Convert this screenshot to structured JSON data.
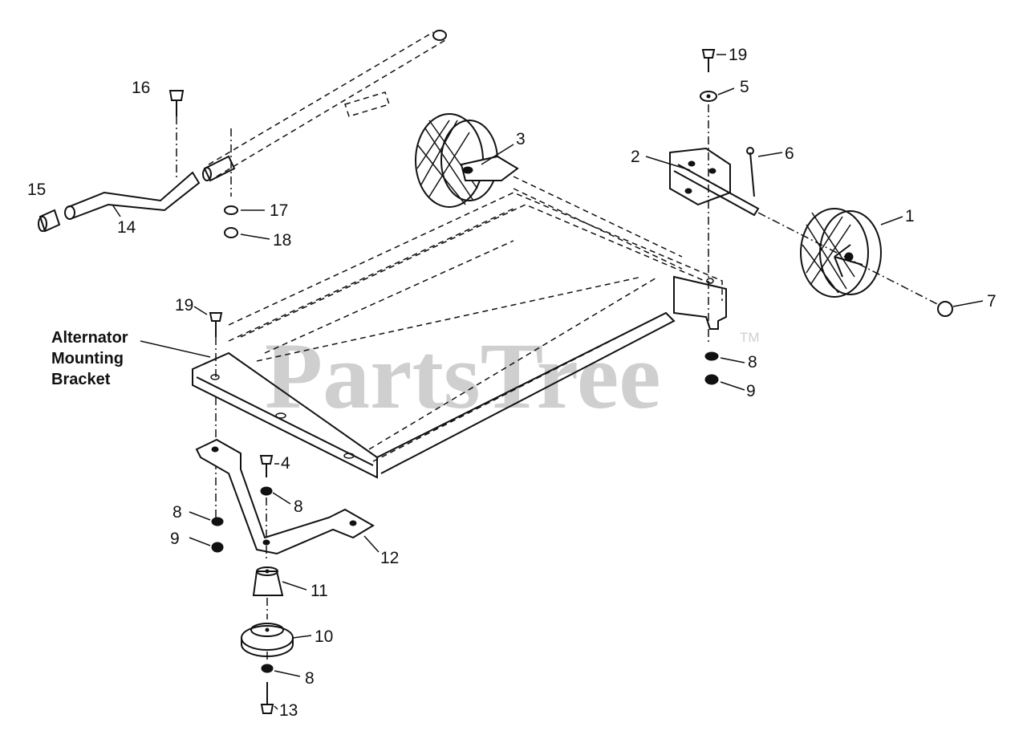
{
  "watermark": {
    "text": "PartsTree",
    "trademark": "TM"
  },
  "callouts": {
    "c1": "1",
    "c2": "2",
    "c3": "3",
    "c4": "4",
    "c5": "5",
    "c6": "6",
    "c7": "7",
    "c8a": "8",
    "c8b": "8",
    "c8c": "8",
    "c8d": "8",
    "c9a": "9",
    "c9b": "9",
    "c10": "10",
    "c11": "11",
    "c12": "12",
    "c13": "13",
    "c14": "14",
    "c15": "15",
    "c16": "16",
    "c17": "17",
    "c18": "18",
    "c19a": "19",
    "c19b": "19"
  },
  "bracket_label": {
    "line1": "Alternator",
    "line2": "Mounting",
    "line3": "Bracket"
  }
}
